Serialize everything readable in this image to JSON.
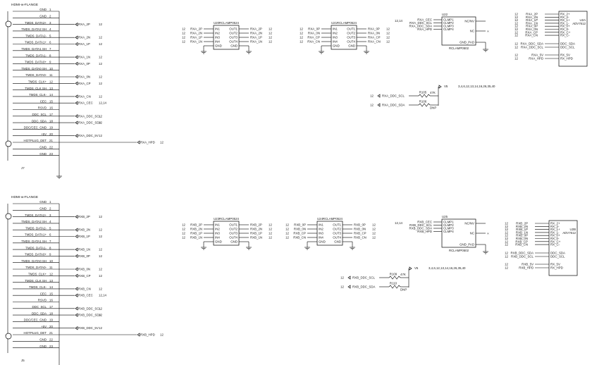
{
  "connector": {
    "title": "HDMI-w-FLANGE",
    "ref_top": "J7",
    "ref_bottom": "J5",
    "pins_top": [
      "GND",
      "GND",
      "TMDS_DATA2+",
      "TMDS_DATA2 SH",
      "TMDS_DATA2-",
      "TMDS_DATA1+",
      "TMDS_DATA1 SH",
      "TMDS_DATA1-",
      "TMDS_DATA0+",
      "TMDS_DATA0 SH",
      "TMDS_DATA0-",
      "TMDS_CLK+",
      "TMDS_CLK SH",
      "TMDS_CLK-",
      "CEC",
      "RSVD",
      "DDC_SCL",
      "DDC_SDA",
      "DDC/CEC_GND",
      "+5V",
      "HOTPLUG_DET",
      "GND",
      "GND"
    ],
    "nets_top": [
      "",
      "",
      "RXA_2P",
      "",
      "RXA_2N",
      "RXA_1P",
      "",
      "RXA_1N",
      "RXA_0P",
      "",
      "RXA_0N",
      "RXA_CP",
      "",
      "RXA_CN",
      "RXA_CEC",
      "",
      "RXA_DDC_SCL",
      "RXA_DDC_SDA",
      "",
      "RXA_DDC_5V",
      "RXA_HPD",
      "",
      ""
    ],
    "nets_bottom": [
      "",
      "",
      "RXB_2P",
      "",
      "RXB_2N",
      "RXB_1P",
      "",
      "RXB_1N",
      "RXB_0P",
      "",
      "RXB_0N",
      "RXB_CP",
      "",
      "RXB_CN",
      "RXB_CEC",
      "",
      "RXB_DDC_SCL",
      "RXB_DDC_SDA",
      "",
      "RXB_DDC_5V",
      "RXB_HPD",
      "",
      ""
    ]
  },
  "rclamp": {
    "name": "RCLAMP0524",
    "left_pins": [
      "IN1",
      "IN2",
      "IN3",
      "IN4",
      "GND"
    ],
    "right_pins": [
      "OUT1",
      "OUT2",
      "OUT3",
      "OUT4",
      "GND"
    ],
    "top": [
      {
        "ref": "U20",
        "in": [
          "RXA_2P",
          "RXA_2N",
          "RXA_1P",
          "RXA_1N"
        ],
        "out": [
          "RXA_2P",
          "RXA_2N",
          "RXA_1P",
          "RXA_1N"
        ]
      },
      {
        "ref": "U21",
        "in": [
          "RXA_0P",
          "RXA_0N",
          "RXA_CP",
          "RXA_CN"
        ],
        "out": [
          "RXA_0P",
          "RXA_0N",
          "RXA_CP",
          "RXA_CN"
        ]
      }
    ],
    "bottom": [
      {
        "ref": "U23",
        "in": [
          "RXB_2P",
          "RXB_2N",
          "RXB_1P",
          "RXB_1N"
        ],
        "out": [
          "RXB_2P",
          "RXB_2N",
          "RXB_1P",
          "RXB_1N"
        ]
      },
      {
        "ref": "U24",
        "in": [
          "RXB_0P",
          "RXB_0N",
          "RXB_CP",
          "RXB_CN"
        ],
        "out": [
          "RXB_0P",
          "RXB_0N",
          "RXB_CP",
          "RXB_CN"
        ]
      }
    ]
  },
  "clamp5": {
    "name": "RCLAMP0502",
    "ref_top": "U22",
    "ref_bottom": "U25",
    "left_pins": [
      "CLMP1",
      "CLMP2",
      "CLMP3",
      "CLMP4"
    ],
    "right_pins": [
      "NC/NV",
      "NC",
      "GND_PAD"
    ],
    "nets_top": [
      "RXA_CEC",
      "RXA_DDC_SCL",
      "RXA_DDC_SDA",
      "RXA_HPD"
    ],
    "nets_bottom": [
      "RXB_CEC",
      "RXB_DDC_SCL",
      "RXB_DDC_SDA",
      "RXB_HPD"
    ],
    "sheet": "12,14"
  },
  "pullup": {
    "rail": "V5",
    "sheets": "3,4,6,12,13,14,16,26,35,40",
    "r_top": [
      "R105",
      "R106"
    ],
    "r_bottom": [
      "R109",
      "R110"
    ],
    "value": "47K",
    "dnp": "DNP",
    "nets_top": [
      "RXA_DDC_SCL",
      "RXA_DDC_SDA"
    ],
    "nets_bottom": [
      "RXB_DDC_SCL",
      "RXB_DDC_SDA"
    ]
  },
  "receiver": {
    "ref_top": "U2A",
    "ref_bottom": "U2B",
    "part": "ADV7612",
    "pins": [
      "RX_2+",
      "RX_2-",
      "RX_1+",
      "RX_1-",
      "RX_0+",
      "RX_0-",
      "RX_C+",
      "RX_C-"
    ],
    "ddc": [
      "DDC_SDA",
      "DDC_SCL"
    ],
    "misc": [
      "RX_5V",
      "RX_HPD"
    ],
    "nets_top": [
      "RXA_2P",
      "RXA_2N",
      "RXA_1P",
      "RXA_1N",
      "RXA_0P",
      "RXA_0N",
      "RXA_CP",
      "RXA_CN"
    ],
    "nets_bottom": [
      "RXB_2P",
      "RXB_2N",
      "RXB_1P",
      "RXB_1N",
      "RXB_0P",
      "RXB_0N",
      "RXB_CP",
      "RXB_CN"
    ],
    "ddc_top": [
      "RXA_DDC_SDA",
      "RXA_DDC_SCL"
    ],
    "ddc_bottom": [
      "RXB_DDC_SDA",
      "RXB_DDC_SCL"
    ],
    "misc_top": [
      "RXA_5V",
      "RXA_HPD"
    ],
    "misc_bottom": [
      "RXB_5V",
      "RXB_HPD"
    ]
  },
  "sheet_ref": "12",
  "sheet_ref_cec": "12,14"
}
